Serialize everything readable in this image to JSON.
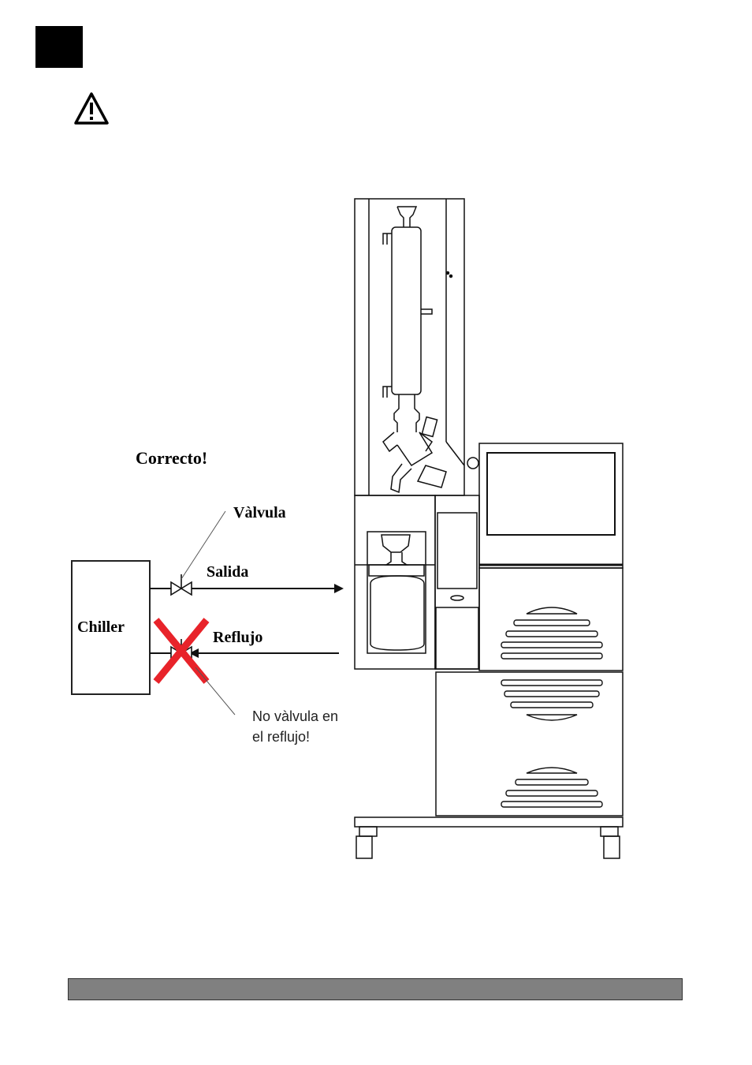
{
  "diagram": {
    "correct_label": "Correcto!",
    "chiller_label": "Chiller",
    "valve_label": "Vàlvula",
    "outlet_label": "Salida",
    "return_label": "Reflujo",
    "note_line1": "No vàlvula en",
    "note_line2": "el reflujo!"
  },
  "icons": {
    "warning": "warning-triangle-icon",
    "prohibited": "red-cross-icon"
  },
  "colors": {
    "prohibited_mark": "#e8232a",
    "footer_bar": "#808080"
  }
}
